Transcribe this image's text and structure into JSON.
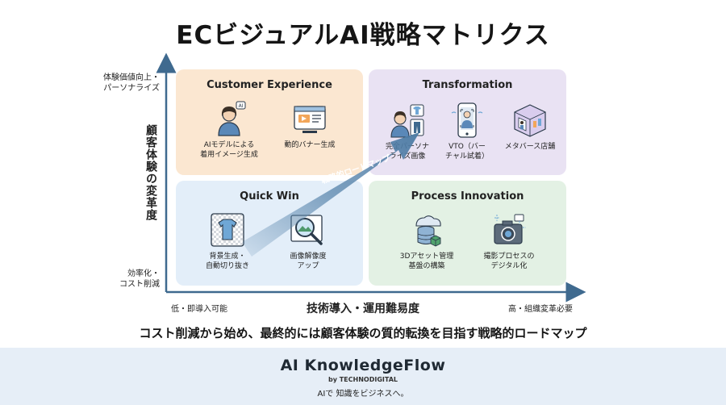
{
  "title": "ECビジュアルAI戦略マトリクス",
  "axes": {
    "y_top": [
      "体験価値向上・",
      "パーソナライズ"
    ],
    "y_bottom": [
      "効率化・",
      "コスト削減"
    ],
    "y_title": "顧客体験の変革度",
    "x_left": "低・即導入可能",
    "x_title": "技術導入・運用難易度",
    "x_right": "高・組織変革必要"
  },
  "quadrants": {
    "customer_experience": {
      "title": "Customer Experience",
      "items": [
        {
          "label": [
            "AIモデルによる",
            "着用イメージ生成"
          ],
          "icon": "ai-model-person-icon"
        },
        {
          "label": [
            "動的バナー生成"
          ],
          "icon": "dynamic-banner-icon"
        }
      ]
    },
    "transformation": {
      "title": "Transformation",
      "items": [
        {
          "label": [
            "完全パーソナ",
            "ライズ画像"
          ],
          "icon": "personalized-outfit-icon"
        },
        {
          "label": [
            "VTO（バー",
            "チャル試着）"
          ],
          "icon": "virtual-try-on-phone-icon"
        },
        {
          "label": [
            "メタバース店舗"
          ],
          "icon": "metaverse-store-icon"
        }
      ]
    },
    "quick_win": {
      "title": "Quick Win",
      "items": [
        {
          "label": [
            "背景生成・",
            "自動切り抜き"
          ],
          "icon": "tshirt-cutout-icon"
        },
        {
          "label": [
            "画像解像度",
            "アップ"
          ],
          "icon": "image-upscale-magnifier-icon"
        }
      ]
    },
    "process_innovation": {
      "title": "Process Innovation",
      "items": [
        {
          "label": [
            "3Dアセット管理",
            "基盤の構築"
          ],
          "icon": "cloud-database-icon"
        },
        {
          "label": [
            "撮影プロセスの",
            "デジタル化"
          ],
          "icon": "digital-camera-icon"
        }
      ]
    }
  },
  "roadmap_label": "戦略的ロードマップ",
  "summary": "コスト削減から始め、最終的には顧客体験の質的転換を目指す戦略的ロードマップ",
  "footer": {
    "brand": "AI KnowledgeFlow",
    "by": "by TECHNODIGITAL",
    "tagline": "AIで 知識をビジネスへ。"
  },
  "colors": {
    "axis": "#3f6a8f",
    "ce": "#fbe7d1",
    "transformation": "#e9e2f3",
    "quick_win": "#e3eef9",
    "process": "#e3f1e4",
    "roadmap_arrow": "#5a86ad",
    "footer": "#e6eef7"
  }
}
